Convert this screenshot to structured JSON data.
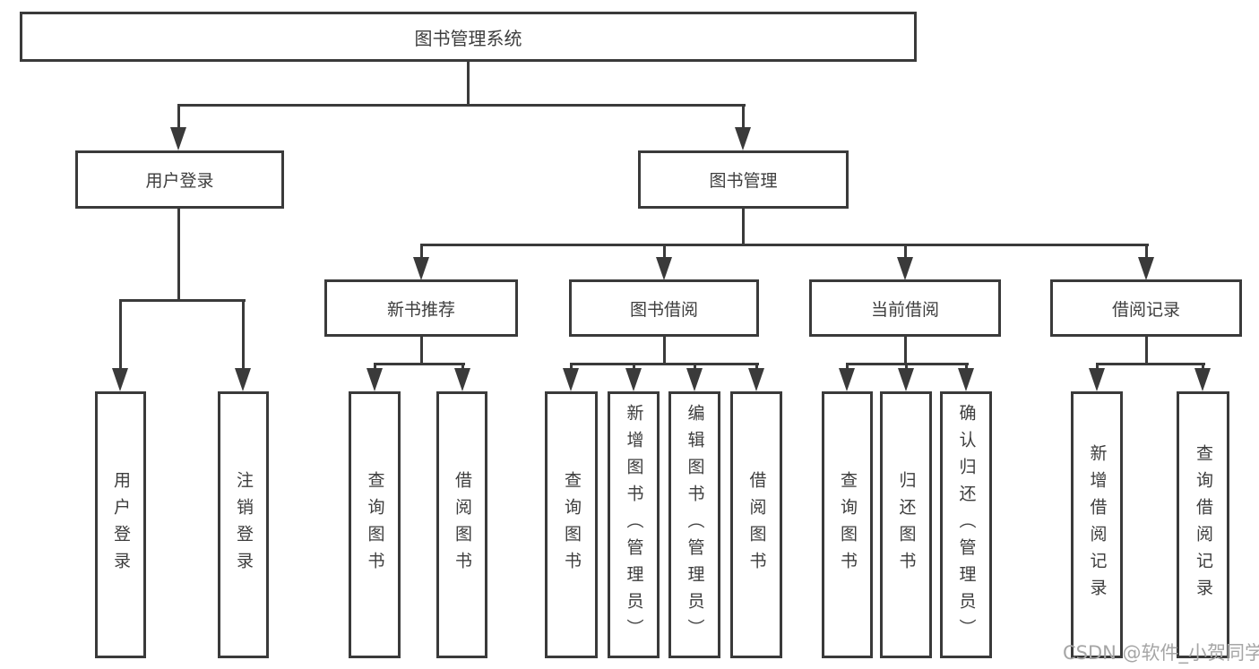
{
  "diagram": {
    "root": {
      "label": "图书管理系统",
      "children": [
        {
          "label": "用户登录",
          "children": [
            {
              "label": "用户登录"
            },
            {
              "label": "注销登录"
            }
          ]
        },
        {
          "label": "图书管理",
          "children": [
            {
              "label": "新书推荐",
              "children": [
                {
                  "label": "查询图书"
                },
                {
                  "label": "借阅图书"
                }
              ]
            },
            {
              "label": "图书借阅",
              "children": [
                {
                  "label": "查询图书"
                },
                {
                  "label": "新增图书（管理员）"
                },
                {
                  "label": "编辑图书（管理员）"
                },
                {
                  "label": "借阅图书"
                }
              ]
            },
            {
              "label": "当前借阅",
              "children": [
                {
                  "label": "查询图书"
                },
                {
                  "label": "归还图书"
                },
                {
                  "label": "确认归还（管理员）"
                }
              ]
            },
            {
              "label": "借阅记录",
              "children": [
                {
                  "label": "新增借阅记录"
                },
                {
                  "label": "查询借阅记录"
                }
              ]
            }
          ]
        }
      ]
    }
  },
  "watermark": "CSDN @软件_小贺同学",
  "colors": {
    "line": "#3a3a3a",
    "text": "#3d3d3d",
    "watermark": "#a6a6a6",
    "background": "#ffffff"
  }
}
